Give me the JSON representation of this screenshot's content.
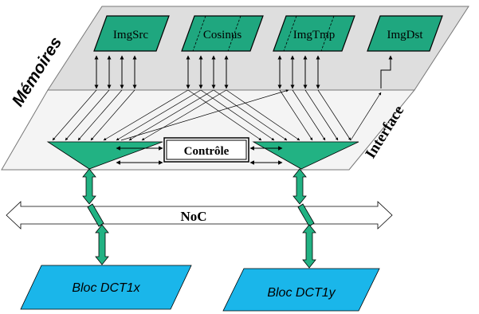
{
  "labels": {
    "memories_plane": "Mémoires",
    "interface_plane": "Interface",
    "control": "Contrôle",
    "noc": "NoC"
  },
  "memories": [
    {
      "id": "imgsrc",
      "label": "ImgSrc"
    },
    {
      "id": "cosinus",
      "label": "Cosinus"
    },
    {
      "id": "imgtmp",
      "label": "ImgTmp"
    },
    {
      "id": "imgdst",
      "label": "ImgDst"
    }
  ],
  "blocks": [
    {
      "id": "dct1x",
      "label": "Bloc DCT1x"
    },
    {
      "id": "dct1y",
      "label": "Bloc DCT1y"
    }
  ],
  "colors": {
    "memory_fill": "#1fa77f",
    "funnel_fill": "#22b283",
    "link_fill": "#22b283",
    "block_fill": "#1ab6ea",
    "plane_upper": "#dedede",
    "plane_lower": "#f4f4f4"
  }
}
